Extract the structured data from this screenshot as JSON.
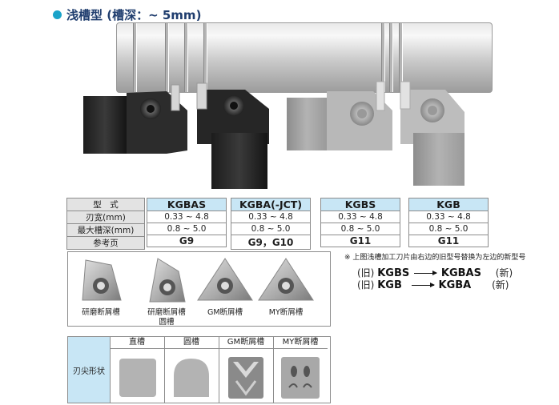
{
  "heading": {
    "text": "浅槽型 (槽深：~ 5mm)",
    "dot_color": "#1aa3c9"
  },
  "spec_labels": {
    "model": "型　式",
    "width": "刃宽(mm)",
    "depth": "最大槽深(mm)",
    "ref": "参考页"
  },
  "products": [
    {
      "name": "KGBAS",
      "width": "0.33 ~ 4.8",
      "depth": "0.8 ~ 5.0",
      "page": "G9"
    },
    {
      "name": "KGBA(-JCT)",
      "width": "0.33 ~ 4.8",
      "depth": "0.8 ~ 5.0",
      "page": "G9，G10"
    },
    {
      "name": "KGBS",
      "width": "0.33 ~ 4.8",
      "depth": "0.8 ~ 5.0",
      "page": "G11"
    },
    {
      "name": "KGB",
      "width": "0.33 ~ 4.8",
      "depth": "0.8 ~ 5.0",
      "page": "G11"
    }
  ],
  "note": {
    "text": "※ 上图浅槽加工刀片由右边的旧型号替换为左边的新型号",
    "conversions": [
      {
        "old_tag": "(旧)",
        "old": "KGBS",
        "new": "KGBAS",
        "new_tag": "(新)"
      },
      {
        "old_tag": "(旧)",
        "old": "KGB",
        "new": "KGBA",
        "new_tag": "(新)"
      }
    ]
  },
  "inserts": [
    {
      "label": "研磨断屑槽"
    },
    {
      "label": "研磨断屑槽\n圆槽"
    },
    {
      "label": "GM断屑槽"
    },
    {
      "label": "MY断屑槽"
    }
  ],
  "tip_table": {
    "row_label": "刃尖形状",
    "columns": [
      "直槽",
      "圆槽",
      "GM断屑槽",
      "MY断屑槽"
    ]
  },
  "colors": {
    "header_blue": "#c8e6f5",
    "label_grey": "#e3e3e3",
    "title_navy": "#1f3d6e"
  }
}
